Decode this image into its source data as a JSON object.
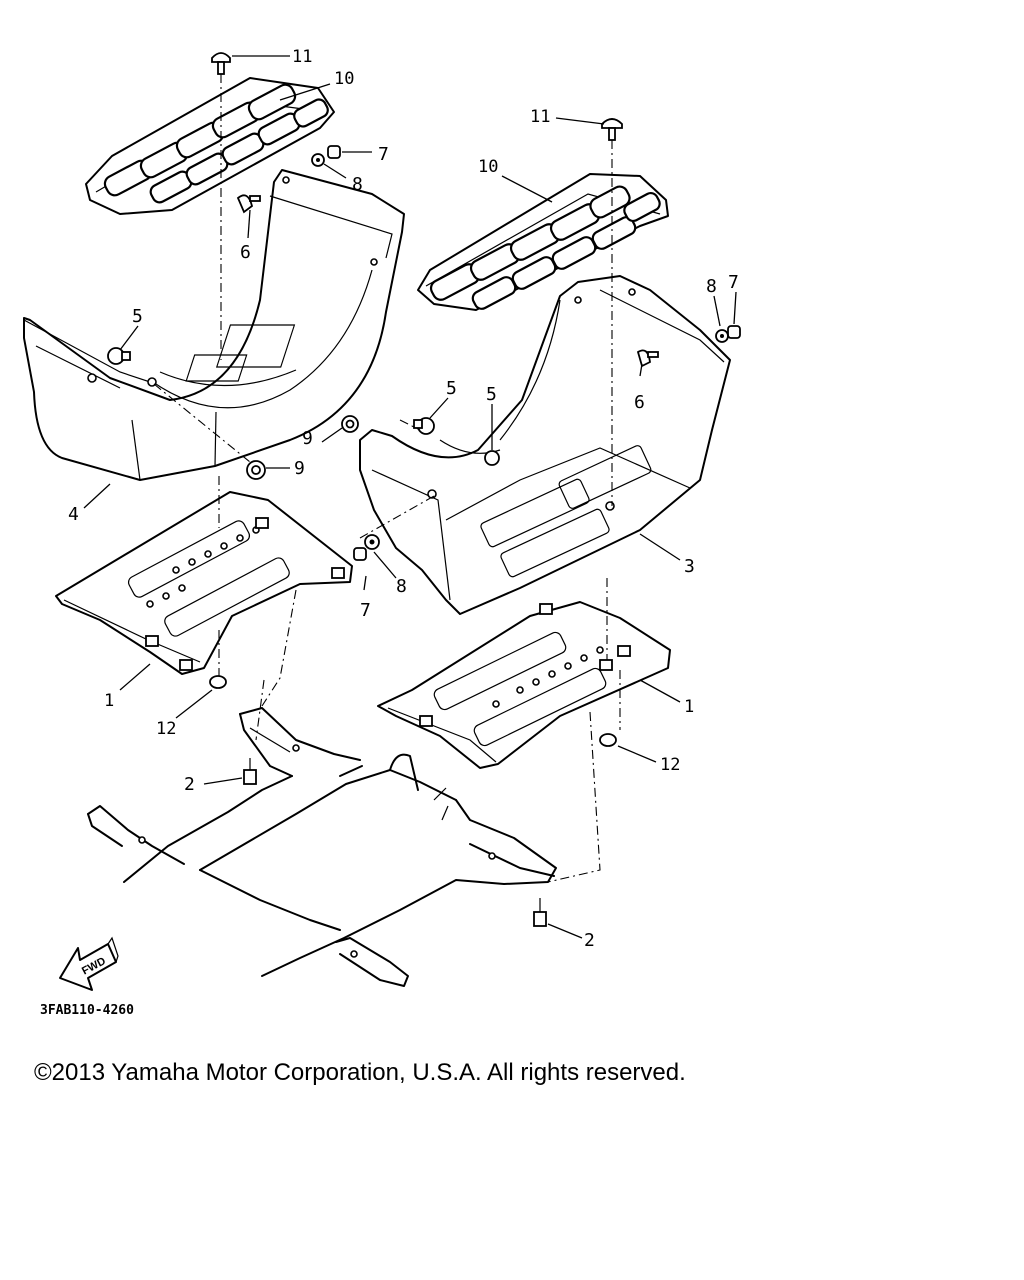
{
  "diagram": {
    "drawing_code": "3FAB110-4260",
    "fwd_label": "FWD",
    "callouts": [
      {
        "id": "c11a",
        "text": "11"
      },
      {
        "id": "c10a",
        "text": "10"
      },
      {
        "id": "c7a",
        "text": "7"
      },
      {
        "id": "c8a",
        "text": "8"
      },
      {
        "id": "c6a",
        "text": "6"
      },
      {
        "id": "c5a",
        "text": "5"
      },
      {
        "id": "c4",
        "text": "4"
      },
      {
        "id": "c9a",
        "text": "9"
      },
      {
        "id": "c9b",
        "text": "9"
      },
      {
        "id": "c1a",
        "text": "1"
      },
      {
        "id": "c12a",
        "text": "12"
      },
      {
        "id": "c2a",
        "text": "2"
      },
      {
        "id": "c11b",
        "text": "11"
      },
      {
        "id": "c10b",
        "text": "10"
      },
      {
        "id": "c8b",
        "text": "8"
      },
      {
        "id": "c7b",
        "text": "7"
      },
      {
        "id": "c6b",
        "text": "6"
      },
      {
        "id": "c5b",
        "text": "5"
      },
      {
        "id": "c5c",
        "text": "5"
      },
      {
        "id": "c3",
        "text": "3"
      },
      {
        "id": "c8c",
        "text": "8"
      },
      {
        "id": "c7c",
        "text": "7"
      },
      {
        "id": "c1b",
        "text": "1"
      },
      {
        "id": "c12b",
        "text": "12"
      },
      {
        "id": "c2b",
        "text": "2"
      }
    ]
  },
  "footer": {
    "copyright": "©2013 Yamaha Motor Corporation, U.S.A. All rights reserved."
  }
}
